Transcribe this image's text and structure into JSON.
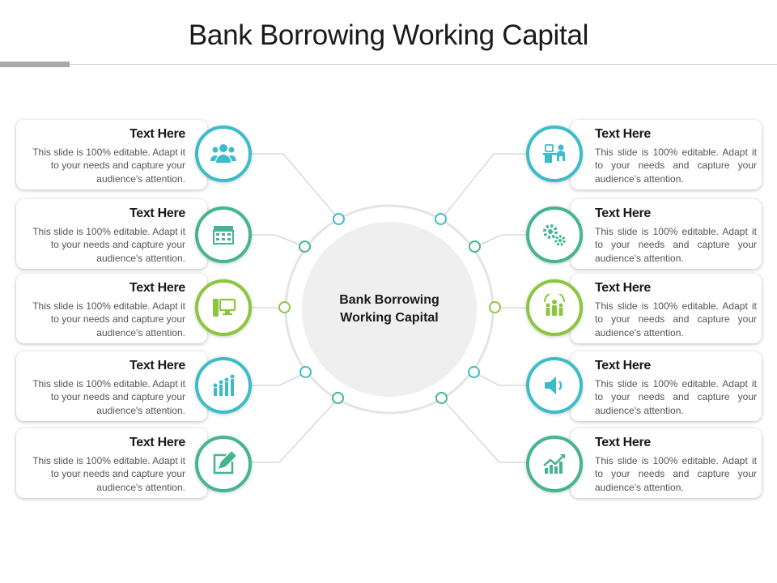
{
  "title": "Bank Borrowing Working Capital",
  "center_label": "Bank Borrowing Working Capital",
  "colors": {
    "teal": "#3cbcc9",
    "mid": "#45b493",
    "green": "#8cc63f",
    "line": "#c8c8c8",
    "ring": "#e4e4e4"
  },
  "items": [
    {
      "heading": "Text Here",
      "body": "This slide is 100% editable. Adapt it to your needs and capture your audience's attention.",
      "icon": "users-group-icon"
    },
    {
      "heading": "Text Here",
      "body": "This slide is 100% editable. Adapt it to your needs and capture your audience's attention.",
      "icon": "calendar-icon"
    },
    {
      "heading": "Text Here",
      "body": "This slide is 100% editable. Adapt it to your needs and capture your audience's attention.",
      "icon": "computer-icon"
    },
    {
      "heading": "Text Here",
      "body": "This slide is 100% editable. Adapt it to your needs and capture your audience's attention.",
      "icon": "growth-people-icon"
    },
    {
      "heading": "Text Here",
      "body": "This slide is 100% editable. Adapt it to your needs and capture your audience's attention.",
      "icon": "edit-icon"
    },
    {
      "heading": "Text Here",
      "body": "This slide is 100% editable. Adapt it to your needs and capture your audience's attention.",
      "icon": "desk-worker-icon"
    },
    {
      "heading": "Text Here",
      "body": "This slide is 100% editable. Adapt it to your needs and capture your audience's attention.",
      "icon": "gears-icon"
    },
    {
      "heading": "Text Here",
      "body": "This slide is 100% editable. Adapt it to your needs and capture your audience's attention.",
      "icon": "team-icon"
    },
    {
      "heading": "Text Here",
      "body": "This slide is 100% editable. Adapt it to your needs and capture your audience's attention.",
      "icon": "speaker-icon"
    },
    {
      "heading": "Text Here",
      "body": "This slide is 100% editable. Adapt it to your needs and capture your audience's attention.",
      "icon": "chart-up-icon"
    }
  ]
}
